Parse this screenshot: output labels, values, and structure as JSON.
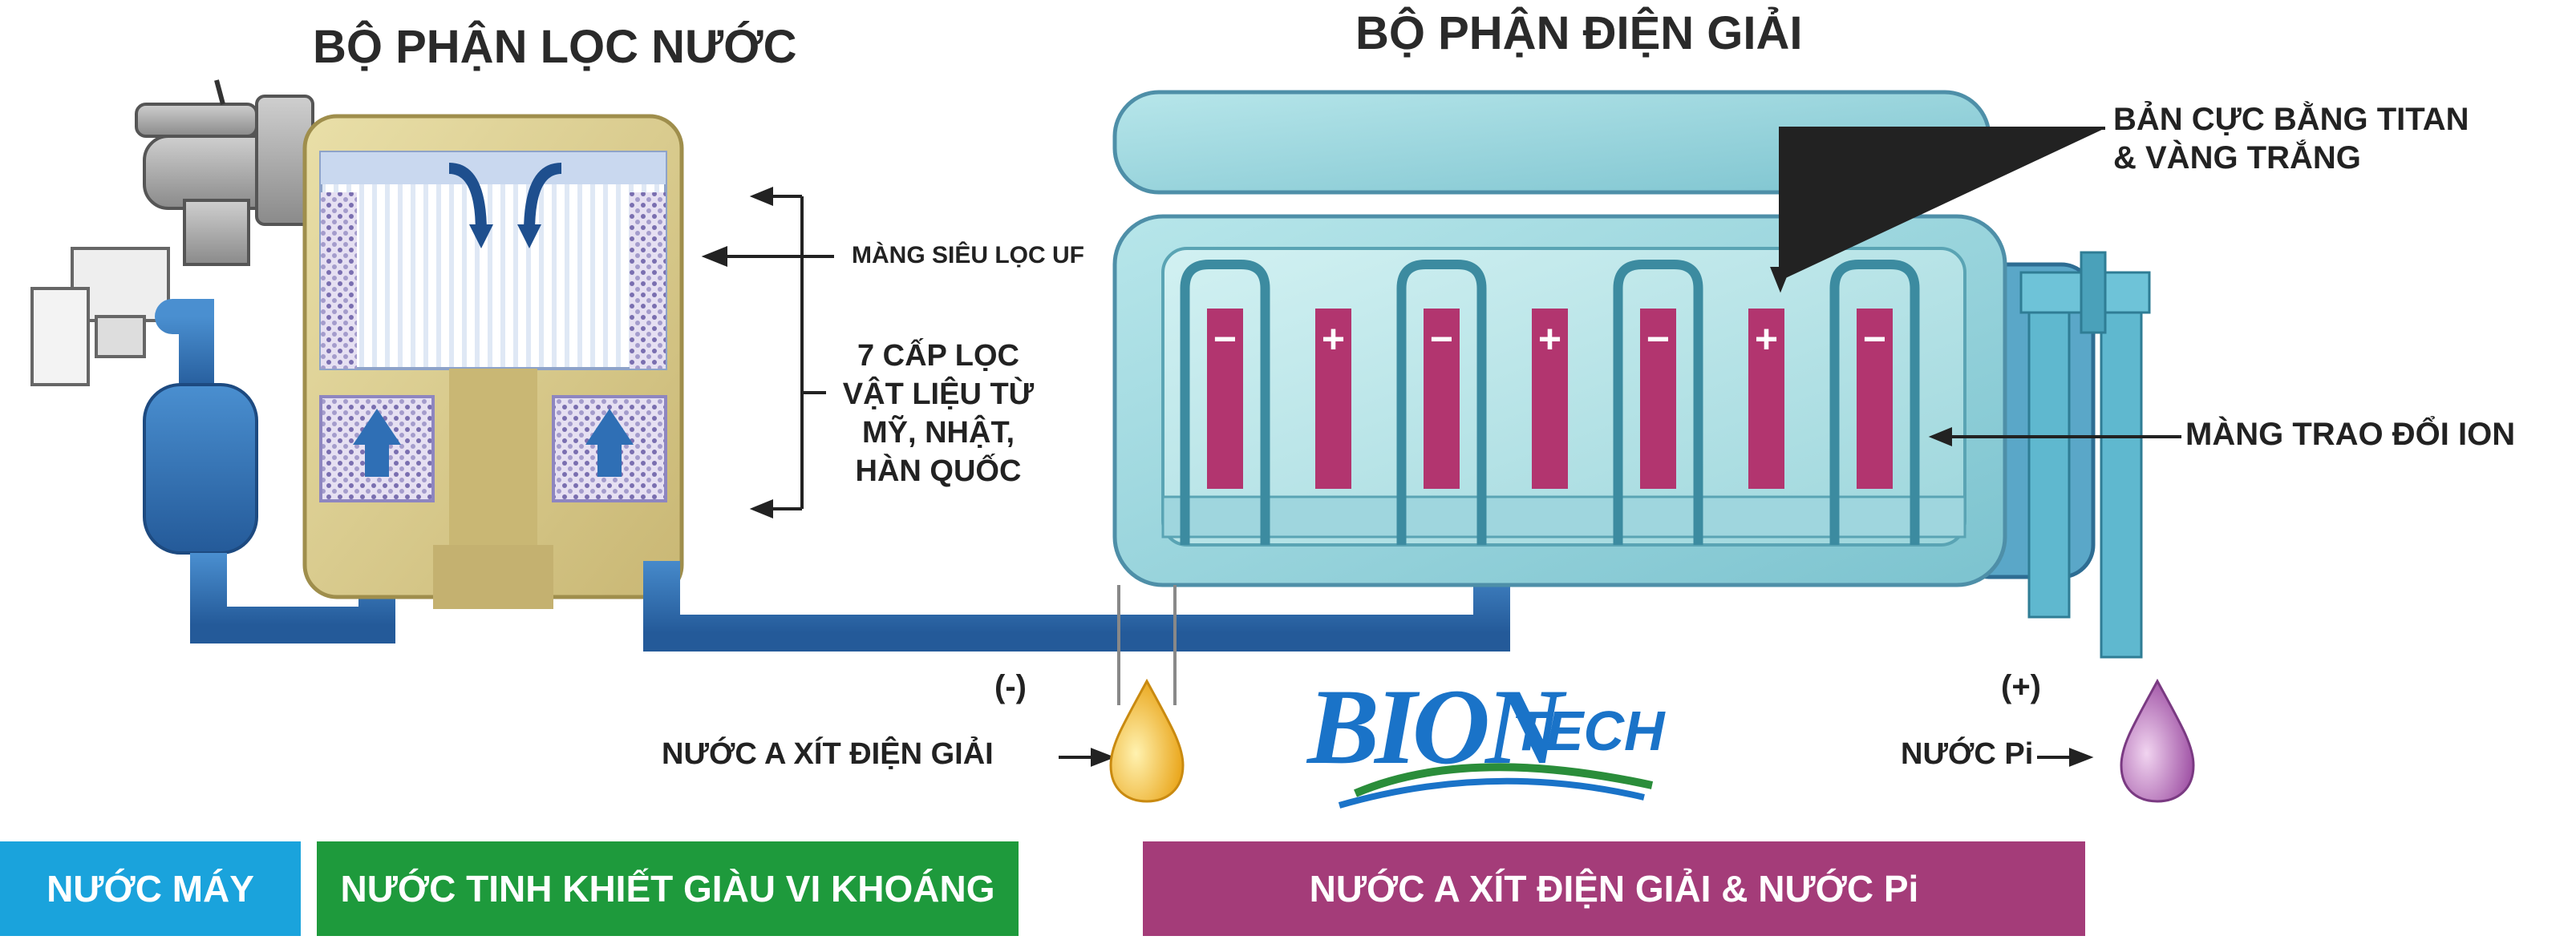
{
  "titles": {
    "filter_unit": "BỘ PHẬN LỌC NƯỚC",
    "electrolysis_unit": "BỘ PHẬN ĐIỆN GIẢI"
  },
  "labels": {
    "uf_membrane": "MÀNG SIÊU LỌC UF",
    "filter_stages": [
      "7 CẤP LỌC",
      "VẬT LIỆU TỪ",
      "MỸ, NHẬT,",
      "HÀN QUỐC"
    ],
    "electrode": [
      "BẢN CỰC BẰNG TITAN",
      "& VÀNG TRẮNG"
    ],
    "ion_membrane": "MÀNG TRAO ĐỔI ION"
  },
  "electrode_signs": [
    "−",
    "+",
    "−",
    "+",
    "−",
    "+",
    "−"
  ],
  "outputs": {
    "acid_sign": "(-)",
    "acid_water": "NƯỚC A XÍT ĐIỆN GIẢI",
    "pi_sign": "(+)",
    "pi_water": "NƯỚC Pi"
  },
  "logo": {
    "main": "BION",
    "suffix": "TECH"
  },
  "bottom_boxes": [
    {
      "label": "NƯỚC MÁY",
      "color": "#1aa3dc"
    },
    {
      "label": "NƯỚC TINH KHIẾT GIÀU VI KHOÁNG",
      "color": "#1e9a3c"
    },
    {
      "label": "NƯỚC A XÍT ĐIỆN GIẢI & NƯỚC Pi",
      "color": "#a43c79"
    }
  ],
  "colors": {
    "pipe_blue": "#2f6fb5",
    "filter_gold": "#d7c98e",
    "cell_teal": "#8fd0d8",
    "electrode_magenta": "#b2356f",
    "acid_drop": "#f0b020",
    "pi_drop": "#a65ba8"
  }
}
